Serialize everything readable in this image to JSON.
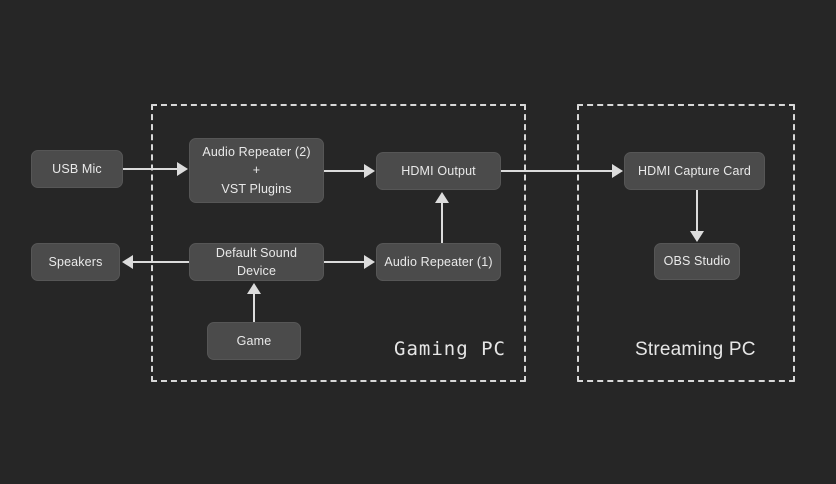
{
  "diagram": {
    "background_color": "#262626",
    "node_fill_color": "#4b4b4b",
    "node_text_color": "#e9e9e9",
    "connector_color": "#dcdcdc",
    "group_border_color": "#d8d8d8"
  },
  "groups": [
    {
      "id": "gaming-pc",
      "label": "Gaming PC"
    },
    {
      "id": "streaming-pc",
      "label": "Streaming PC"
    }
  ],
  "nodes": [
    {
      "id": "usb-mic",
      "label": "USB Mic"
    },
    {
      "id": "audio-repeater-2",
      "label": "Audio Repeater (2)\n+\nVST Plugins"
    },
    {
      "id": "hdmi-output",
      "label": "HDMI Output"
    },
    {
      "id": "hdmi-capture-card",
      "label": "HDMI Capture Card"
    },
    {
      "id": "obs-studio",
      "label": "OBS Studio"
    },
    {
      "id": "speakers",
      "label": "Speakers"
    },
    {
      "id": "default-sound-device",
      "label": "Default Sound Device"
    },
    {
      "id": "audio-repeater-1",
      "label": "Audio Repeater (1)"
    },
    {
      "id": "game",
      "label": "Game"
    }
  ],
  "edges": [
    {
      "from": "usb-mic",
      "to": "audio-repeater-2",
      "direction": "right"
    },
    {
      "from": "audio-repeater-2",
      "to": "hdmi-output",
      "direction": "right"
    },
    {
      "from": "hdmi-output",
      "to": "hdmi-capture-card",
      "direction": "right"
    },
    {
      "from": "hdmi-capture-card",
      "to": "obs-studio",
      "direction": "down"
    },
    {
      "from": "default-sound-device",
      "to": "speakers",
      "direction": "left"
    },
    {
      "from": "default-sound-device",
      "to": "audio-repeater-1",
      "direction": "right"
    },
    {
      "from": "audio-repeater-1",
      "to": "hdmi-output",
      "direction": "up"
    },
    {
      "from": "game",
      "to": "default-sound-device",
      "direction": "up"
    }
  ]
}
